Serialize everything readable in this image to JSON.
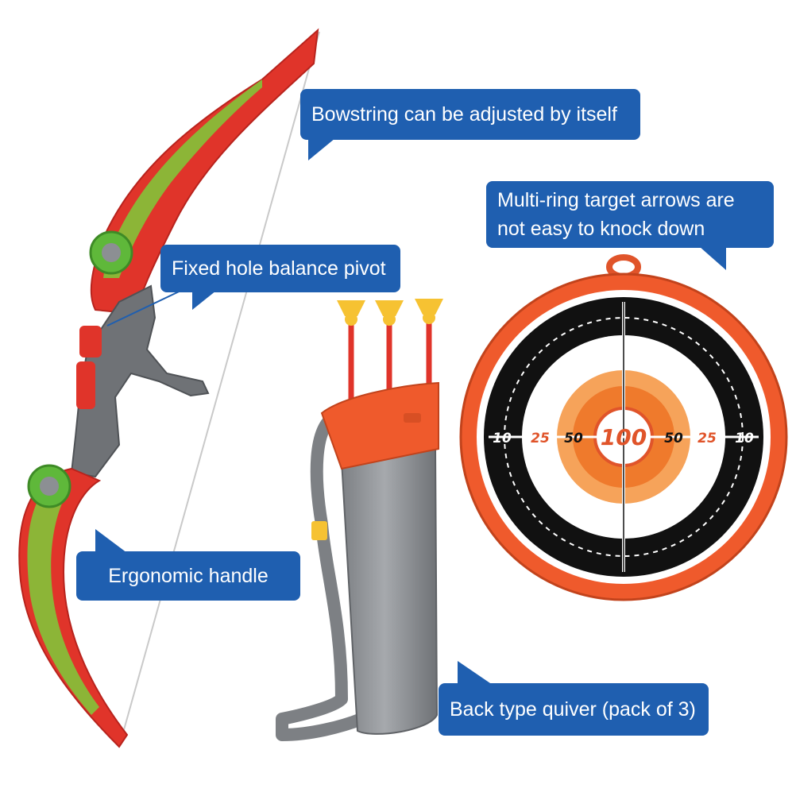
{
  "callouts": {
    "bowstring": "Bowstring can be adjusted by itself",
    "target_line1": "Multi-ring target arrows are",
    "target_line2": "not easy to knock down",
    "pivot": "Fixed hole balance pivot",
    "handle": "Ergonomic handle",
    "quiver": "Back type quiver (pack of 3)"
  },
  "target": {
    "center_score": "100",
    "left_scores": [
      "10",
      "25",
      "50"
    ],
    "right_scores": [
      "50",
      "25",
      "10"
    ]
  },
  "colors": {
    "callout_blue": "#1f5fb0",
    "bow_red": "#e0342a",
    "bow_green": "#7ccc3a",
    "target_orange": "#ef5a2c",
    "quiver_gray": "#8c8f93",
    "arrow_yellow": "#f6c232"
  }
}
